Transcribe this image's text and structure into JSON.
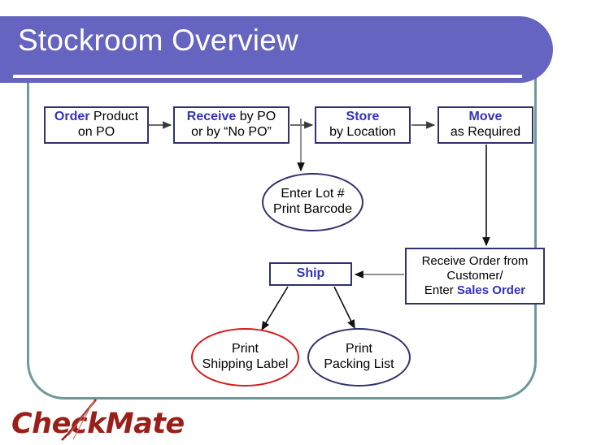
{
  "slide": {
    "title": "Stockroom Overview",
    "theme": {
      "title_bar_color": "#6564c0",
      "frame_color": "#6d9a98",
      "node_border_color": "#31316e",
      "keyword_color": "#3333bb",
      "alert_border_color": "#d61a1a",
      "logo_color": "#9a1f18",
      "title_text_color": "#ffffff",
      "background_color": "#ffffff"
    }
  },
  "diagram": {
    "type": "flowchart",
    "nodes": [
      {
        "id": "order",
        "shape": "rectangle",
        "lines": [
          [
            {
              "text": "Order",
              "emphasis": true
            },
            {
              "text": " Product",
              "emphasis": false
            }
          ],
          [
            {
              "text": "on PO",
              "emphasis": false
            }
          ]
        ]
      },
      {
        "id": "receive",
        "shape": "rectangle",
        "lines": [
          [
            {
              "text": "Receive",
              "emphasis": true
            },
            {
              "text": " by PO",
              "emphasis": false
            }
          ],
          [
            {
              "text": "or by “No PO”",
              "emphasis": false
            }
          ]
        ]
      },
      {
        "id": "store",
        "shape": "rectangle",
        "lines": [
          [
            {
              "text": "Store",
              "emphasis": true
            }
          ],
          [
            {
              "text": "by Location",
              "emphasis": false
            }
          ]
        ]
      },
      {
        "id": "move",
        "shape": "rectangle",
        "lines": [
          [
            {
              "text": "Move",
              "emphasis": true
            }
          ],
          [
            {
              "text": "as Required",
              "emphasis": false
            }
          ]
        ]
      },
      {
        "id": "lot",
        "shape": "ellipse",
        "lines": [
          [
            {
              "text": "Enter Lot #",
              "emphasis": false
            }
          ],
          [
            {
              "text": "Print Barcode",
              "emphasis": false
            }
          ]
        ]
      },
      {
        "id": "receive-order",
        "shape": "rectangle",
        "lines": [
          [
            {
              "text": "Receive Order from",
              "emphasis": false
            }
          ],
          [
            {
              "text": "Customer/",
              "emphasis": false
            }
          ],
          [
            {
              "text": "Enter ",
              "emphasis": false
            },
            {
              "text": "Sales Order",
              "emphasis": true
            }
          ]
        ]
      },
      {
        "id": "ship",
        "shape": "rectangle",
        "lines": [
          [
            {
              "text": "Ship",
              "emphasis": true
            }
          ]
        ]
      },
      {
        "id": "shipping-label",
        "shape": "ellipse-alert",
        "lines": [
          [
            {
              "text": "Print",
              "emphasis": false
            }
          ],
          [
            {
              "text": "Shipping Label",
              "emphasis": false
            }
          ]
        ]
      },
      {
        "id": "packing-list",
        "shape": "ellipse",
        "lines": [
          [
            {
              "text": "Print",
              "emphasis": false
            }
          ],
          [
            {
              "text": "Packing List",
              "emphasis": false
            }
          ]
        ]
      }
    ],
    "edges": [
      {
        "from": "order",
        "to": "receive",
        "direction": "right"
      },
      {
        "from": "receive",
        "to": "store",
        "direction": "right"
      },
      {
        "from": "receive",
        "to": "lot",
        "direction": "down"
      },
      {
        "from": "store",
        "to": "move",
        "direction": "right"
      },
      {
        "from": "move",
        "to": "receive-order",
        "direction": "down"
      },
      {
        "from": "receive-order",
        "to": "ship",
        "direction": "left"
      },
      {
        "from": "ship",
        "to": "shipping-label",
        "direction": "down-left"
      },
      {
        "from": "ship",
        "to": "packing-list",
        "direction": "down-right"
      }
    ]
  },
  "logo": {
    "text": "CheckMate",
    "mark": "check-swoosh"
  }
}
